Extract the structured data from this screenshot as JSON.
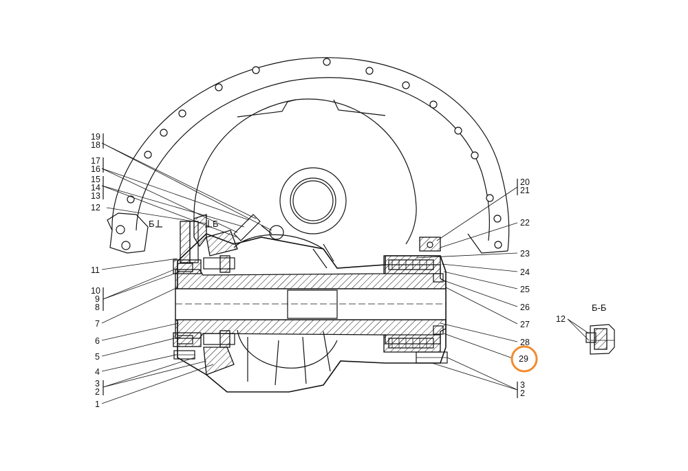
{
  "accent_color": "#f28a2e",
  "highlight": "29",
  "section_labels": {
    "cut_left": "Б",
    "cut_right": "Б",
    "section_title": "Б-Б",
    "section_callout": "12"
  },
  "callouts_left": [
    [
      "19",
      "18"
    ],
    [
      "17",
      "16"
    ],
    [
      "15",
      "14",
      "13"
    ],
    [
      "12"
    ],
    [
      "11"
    ],
    [
      "10",
      "9",
      "8"
    ],
    [
      "7"
    ],
    [
      "6"
    ],
    [
      "5"
    ],
    [
      "4"
    ],
    [
      "3",
      "2"
    ],
    [
      "1"
    ]
  ],
  "callouts_right": [
    [
      "20",
      "21"
    ],
    [
      "22"
    ],
    [
      "23"
    ],
    [
      "24"
    ],
    [
      "25"
    ],
    [
      "26"
    ],
    [
      "27"
    ],
    [
      "28"
    ],
    [
      "29"
    ],
    [
      "3",
      "2"
    ]
  ]
}
